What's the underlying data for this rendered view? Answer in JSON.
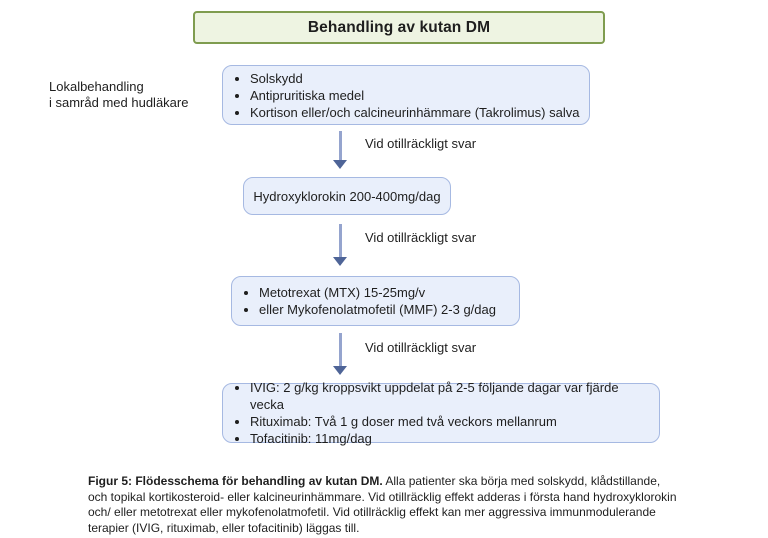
{
  "title": "Behandling av kutan DM",
  "side_label": {
    "line1": "Lokalbehandling",
    "line2": "i samråd med hudläkare"
  },
  "arrow_label": "Vid otillräckligt svar",
  "boxes": {
    "local_treatment": {
      "items": [
        "Solskydd",
        "Antipruritiska medel",
        "Kortison eller/och calcineurinhämmare (Takrolimus) salva"
      ]
    },
    "hydroxychloroquine": {
      "text": "Hydroxyklorokin 200-400mg/dag"
    },
    "methotrexate_mmf": {
      "items": [
        "Metotrexat (MTX) 15-25mg/v",
        "eller Mykofenolatmofetil (MMF) 2-3 g/dag"
      ]
    },
    "aggressive_therapies": {
      "items": [
        "IVIG: 2 g/kg kroppsvikt uppdelat på 2-5 följande dagar var fjärde vecka",
        "Rituximab: Två 1 g doser med två veckors mellanrum",
        "Tofacitinib: 11mg/dag"
      ]
    }
  },
  "caption": {
    "bold": "Figur 5: Flödesschema för behandling av kutan DM.",
    "text": " Alla patienter ska börja med solskydd, klådstillande, och topikal kortikosteroid- eller kalcineurinhämmare. Vid otillräcklig effekt adderas i första hand hydroxyklorokin och/ eller  metotrexat eller mykofenolatmofetil. Vid otillräcklig effekt kan mer aggressiva immunmodulerande terapier (IVIG, rituximab, eller tofacitinib) läggas till."
  },
  "colors": {
    "title_fill": "#eef4e2",
    "title_border": "#7f9c4f",
    "node_fill": "#e9effb",
    "node_border": "#a6b9e2",
    "arrow_shaft": "#95a4ce",
    "arrow_head": "#4e6497",
    "text": "#1e1e1e"
  }
}
